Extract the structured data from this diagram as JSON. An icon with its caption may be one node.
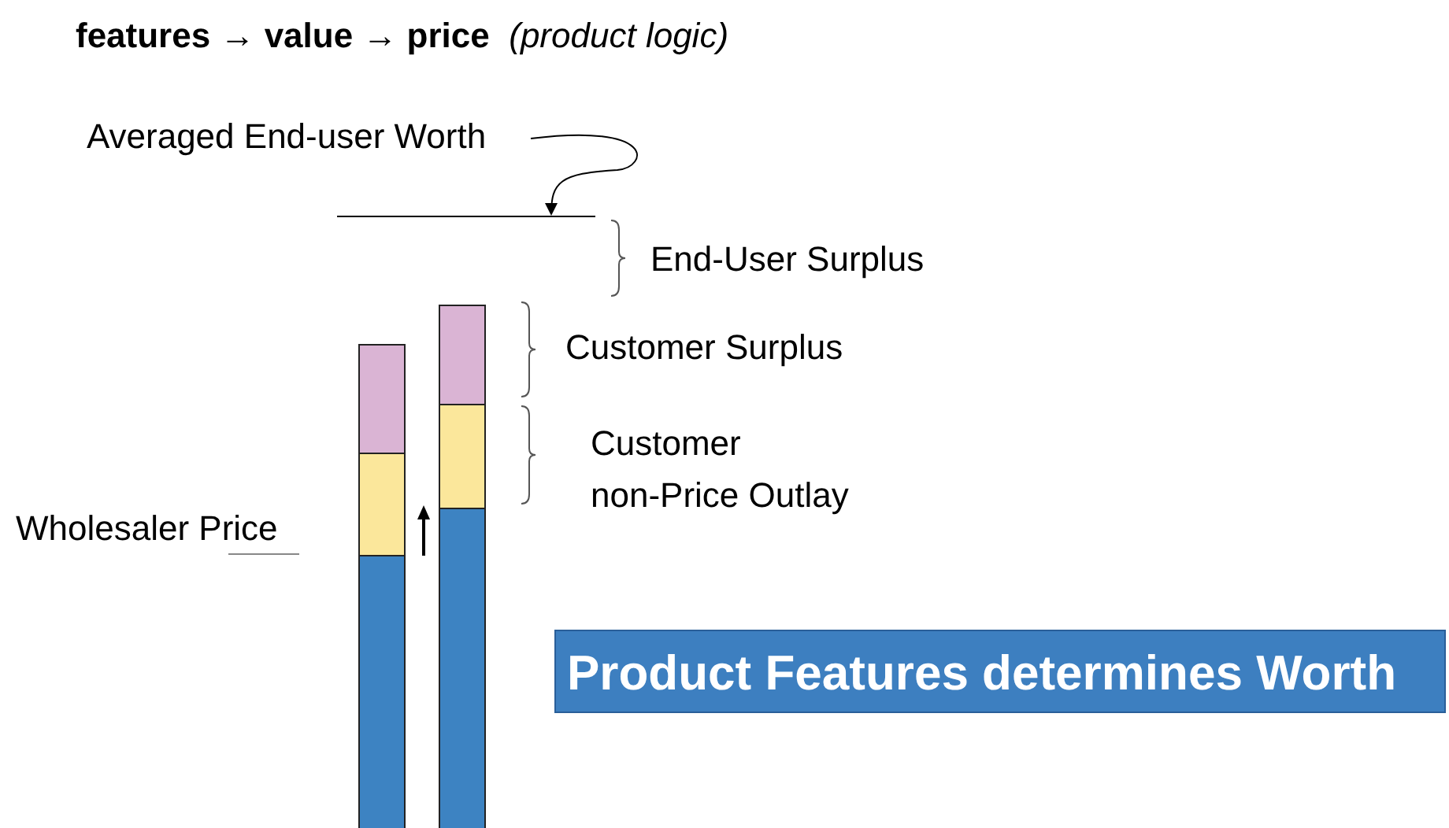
{
  "diagram": {
    "title": "**features → value → price**  *(product logic)*",
    "nodes": [
      {
        "text": [
          "Averaged End-user Worth"
        ]
      },
      {
        "text": [],
        "shape": "bar"
      },
      {
        "text": [
          "Product Features determines Worth"
        ]
      }
    ],
    "edges": [
      {
        "from": 0,
        "to": 1,
        "arrow": "to"
      }
    ],
    "labels": [
      "End-User Surplus",
      "Customer Surplus",
      "Customer non-Price Outlay",
      "Wholesaler Price"
    ]
  }
}
